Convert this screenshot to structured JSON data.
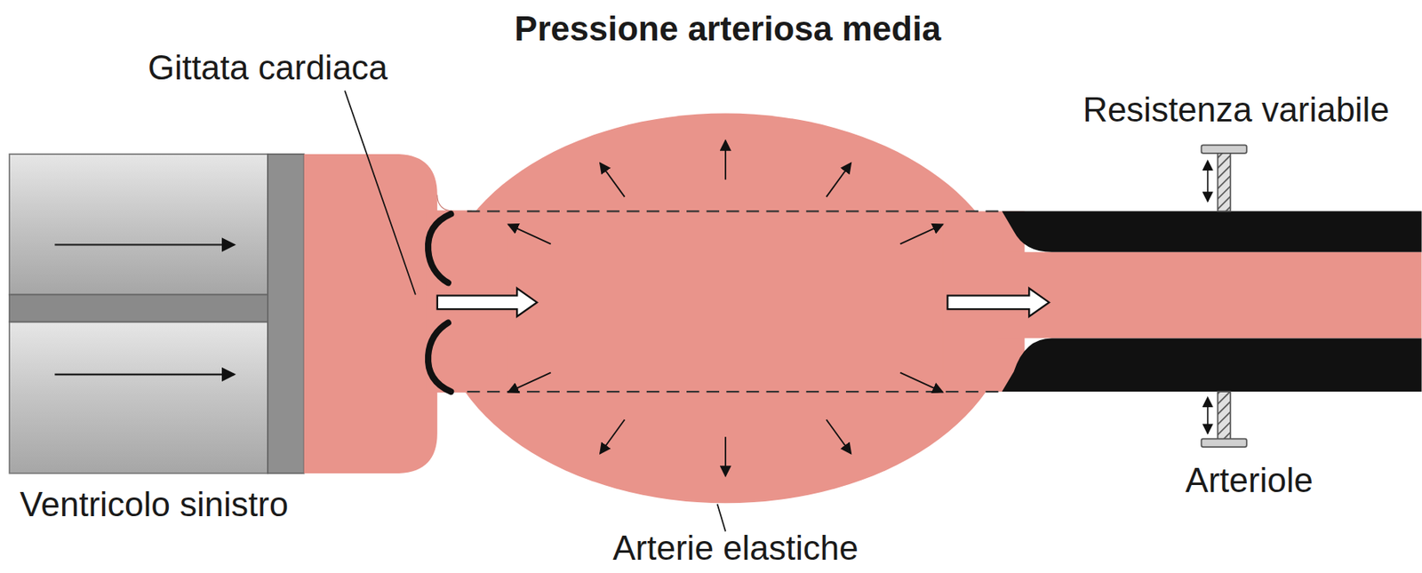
{
  "diagram": {
    "title": "Pressione arteriosa media",
    "labels": [
      "Gittata cardiaca",
      "Resistenza variabile",
      "Arteriole",
      "Ventricolo sinistro",
      "Arterie elastiche"
    ]
  }
}
